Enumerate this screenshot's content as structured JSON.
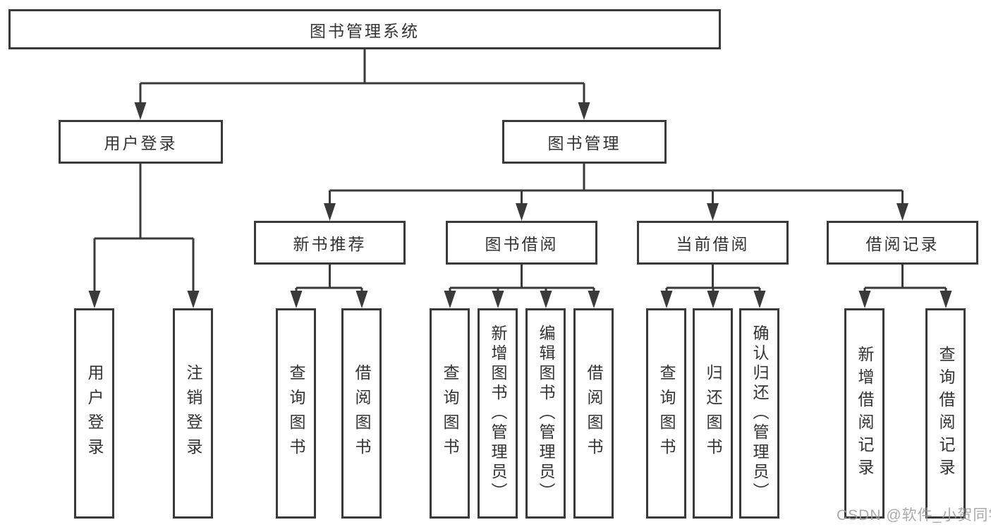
{
  "diagram": {
    "type": "hierarchy-tree",
    "colors": {
      "background": "#ffffff",
      "line": "#3a3a3a",
      "box_border": "#3a3a3a",
      "text": "#333333",
      "watermark": "#9e9e9e"
    },
    "root": {
      "label": "图书管理系统"
    },
    "branches": {
      "user_login": {
        "label": "用户登录"
      },
      "book_management": {
        "label": "图书管理"
      }
    },
    "modules": {
      "new_book_recommendation": {
        "label": "新书推荐"
      },
      "book_borrowing": {
        "label": "图书借阅"
      },
      "current_borrowing": {
        "label": "当前借阅"
      },
      "borrowing_records": {
        "label": "借阅记录"
      }
    },
    "leaves": {
      "user_login": {
        "label": "用户登录"
      },
      "logout": {
        "label": "注销登录"
      },
      "recommend_query_books": {
        "label": "查询图书"
      },
      "recommend_borrow_books": {
        "label": "借阅图书"
      },
      "borrowing_query_books": {
        "label": "查询图书"
      },
      "borrowing_add_books": {
        "label": "新增图书（管理员）"
      },
      "borrowing_edit_books": {
        "label": "编辑图书（管理员）"
      },
      "borrowing_borrow_books": {
        "label": "借阅图书"
      },
      "current_query_books": {
        "label": "查询图书"
      },
      "current_return_books": {
        "label": "归还图书"
      },
      "current_confirm_return": {
        "label": "确认归还（管理员）"
      },
      "records_add_record": {
        "label": "新增借阅记录"
      },
      "records_query_record": {
        "label": "查询借阅记录"
      }
    },
    "hierarchy": {
      "图书管理系统": [
        "用户登录",
        "图书管理"
      ],
      "用户登录": [
        "用户登录",
        "注销登录"
      ],
      "图书管理": [
        "新书推荐",
        "图书借阅",
        "当前借阅",
        "借阅记录"
      ],
      "新书推荐": [
        "查询图书",
        "借阅图书"
      ],
      "图书借阅": [
        "查询图书",
        "新增图书（管理员）",
        "编辑图书（管理员）",
        "借阅图书"
      ],
      "当前借阅": [
        "查询图书",
        "归还图书",
        "确认归还（管理员）"
      ],
      "借阅记录": [
        "新增借阅记录",
        "查询借阅记录"
      ]
    },
    "watermark": {
      "text": "CSDN @软件_小贺同学"
    }
  }
}
